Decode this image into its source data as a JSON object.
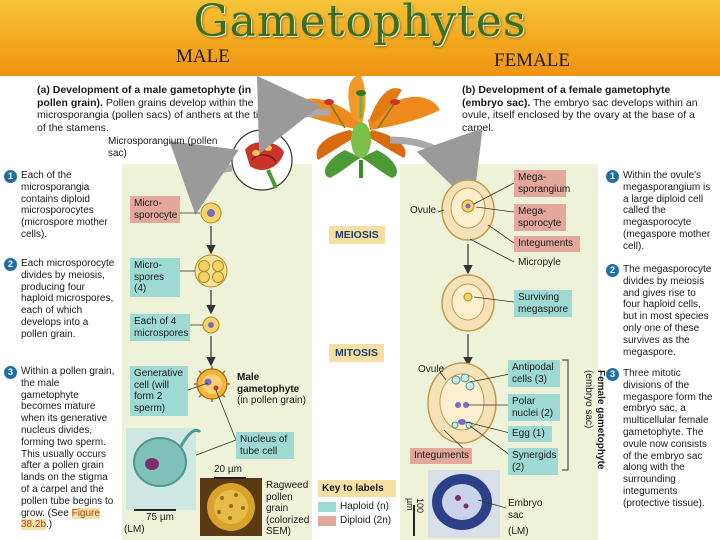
{
  "title": "Gametophytes",
  "male_label": "MALE",
  "female_label": "FEMALE",
  "panel_a": {
    "head_bold": "(a) Development of a male gametophyte (in pollen grain).",
    "head_text": "Pollen grains develop within the microsporangia (pollen sacs) of anthers at the tips of the stamens."
  },
  "panel_b": {
    "head_bold": "(b) Development of a female gametophyte (embryo sac).",
    "head_text": "The embryo sac develops within an ovule, itself enclosed by the ovary at the base of a carpel."
  },
  "male_steps": [
    {
      "num": "1",
      "text": "Each of the microsporangia contains diploid microsporocytes (microspore mother cells)."
    },
    {
      "num": "2",
      "text": "Each microsporocyte divides by meiosis, producing four haploid microspores, each of which develops into a pollen grain."
    },
    {
      "num": "3",
      "text": "Within a pollen grain, the male gametophyte becomes mature when its generative nucleus divides, forming two sperm. This usually occurs after a pollen grain lands on the stigma of a carpel and the pollen tube begins to grow. (See ",
      "ref": "Figure 38.2b",
      "end": ".)"
    }
  ],
  "female_steps": [
    {
      "num": "1",
      "text": "Within the ovule's megasporangium is a large diploid cell called the megasporocyte (megaspore mother cell)."
    },
    {
      "num": "2",
      "text": "The megasporocyte divides by meiosis and gives rise to four haploid cells, but in most species only one of these survives as the megaspore."
    },
    {
      "num": "3",
      "text": "Three mitotic divisions of the megaspore form the embryo sac, a multicellular female gametophyte. The ovule now consists of the embryo sac along with the surrounding integuments (protective tissue)."
    }
  ],
  "labels": {
    "microsporangium": "Microsporangium (pollen sac)",
    "microsporocyte": "Micro-sporocyte",
    "microspores": "Micro-spores (4)",
    "each_of_4": "Each of 4 microspores",
    "generative": "Generative cell (will form 2 sperm)",
    "male_gametophyte_bold": "Male gametophyte",
    "male_gametophyte_sub": "(in pollen grain)",
    "nucleus_tube": "Nucleus of tube cell",
    "scale_20": "20 µm",
    "scale_75": "75 µm",
    "lm_left": "(LM)",
    "ragweed": "Ragweed pollen grain (colorized SEM)",
    "meiosis": "MEIOSIS",
    "mitosis": "MITOSIS",
    "ovule_top": "Ovule",
    "megasporangium": "Mega-sporangium",
    "megasporocyte": "Mega-sporocyte",
    "integuments_top": "Integuments",
    "micropyle": "Micropyle",
    "surviving": "Surviving megaspore",
    "ovule_bottom": "Ovule",
    "antipodal": "Antipodal cells (3)",
    "polar": "Polar nuclei (2)",
    "egg": "Egg (1)",
    "synergids": "Synergids (2)",
    "integuments_bottom": "Integuments",
    "female_gam_bold": "Female gametophyte",
    "female_gam_sub": "(embryo sac)",
    "embryo_sac": "Embryo sac",
    "scale_100": "100 µm",
    "lm_right": "(LM)",
    "key_title": "Key to labels",
    "key_haploid": "Haploid (n)",
    "key_diploid": "Diploid (2n)"
  },
  "colors": {
    "haploid": "#9ed9d4",
    "diploid": "#e4a79c",
    "banner": "#f3a81f",
    "title": "#3b6e24",
    "step_number": "#1d6fa5"
  }
}
